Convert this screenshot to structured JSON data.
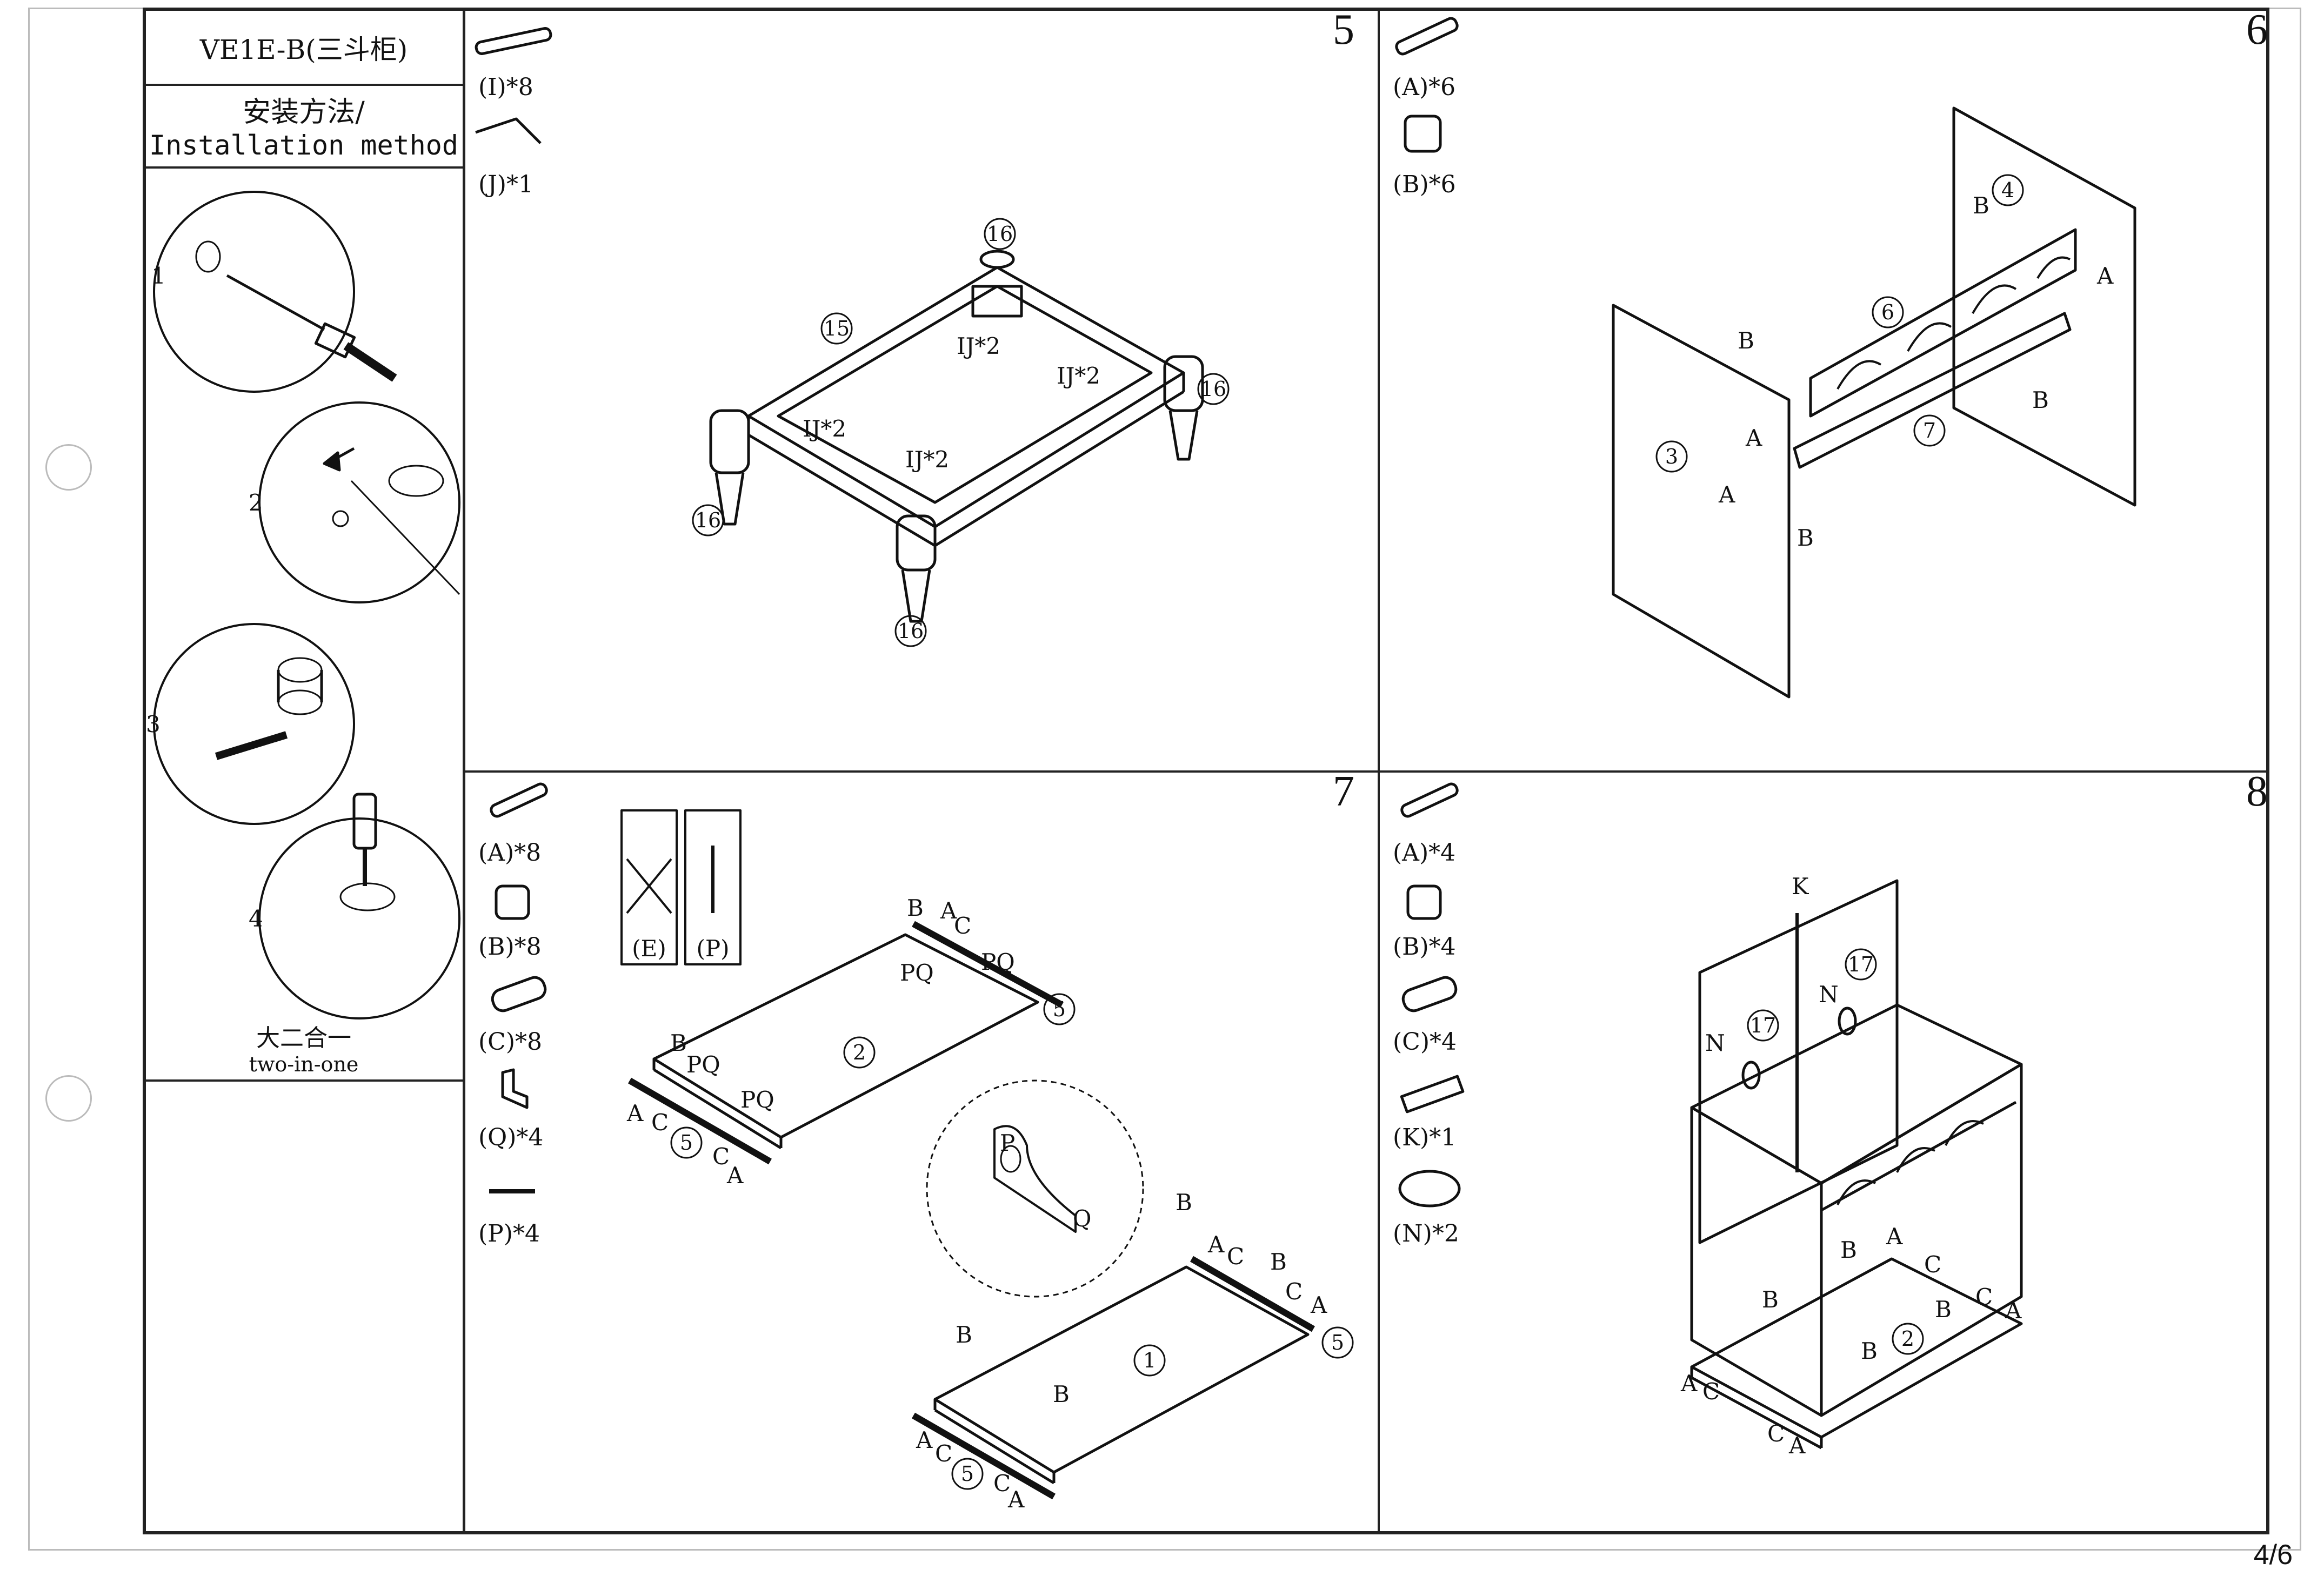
{
  "sidebar": {
    "model": "VE1E-B(三斗柜)",
    "method_cn": "安装方法/",
    "method_en": "Installation method",
    "detail_steps": [
      "1",
      "2",
      "3",
      "4"
    ],
    "caption_cn": "大二合一",
    "caption_en": "two-in-one"
  },
  "steps": {
    "s5": {
      "number": "5",
      "parts": [
        "(I)*8",
        "(J)*1"
      ],
      "labels": {
        "p15": "15",
        "p16": "16",
        "ij": "IJ*2"
      }
    },
    "s6": {
      "number": "6",
      "parts": [
        "(A)*6",
        "(B)*6"
      ],
      "labels": {
        "p3": "3",
        "p4": "4",
        "p6": "6",
        "p7": "7",
        "a": "A",
        "b": "B"
      }
    },
    "s7": {
      "number": "7",
      "parts": [
        "(A)*8",
        "(B)*8",
        "(C)*8",
        "(Q)*4",
        "(P)*4"
      ],
      "box_e": "(E)",
      "box_p": "(P)",
      "labels": {
        "p1": "1",
        "p2": "2",
        "p5": "5",
        "a": "A",
        "b": "B",
        "c": "C",
        "pq": "PQ",
        "p": "P",
        "q": "Q"
      }
    },
    "s8": {
      "number": "8",
      "parts": [
        "(A)*4",
        "(B)*4",
        "(C)*4",
        "(K)*1",
        "(N)*2"
      ],
      "labels": {
        "p2": "2",
        "p17": "17",
        "k": "K",
        "n": "N",
        "a": "A",
        "b": "B",
        "c": "C"
      }
    }
  },
  "footer": {
    "page": "4/6"
  }
}
